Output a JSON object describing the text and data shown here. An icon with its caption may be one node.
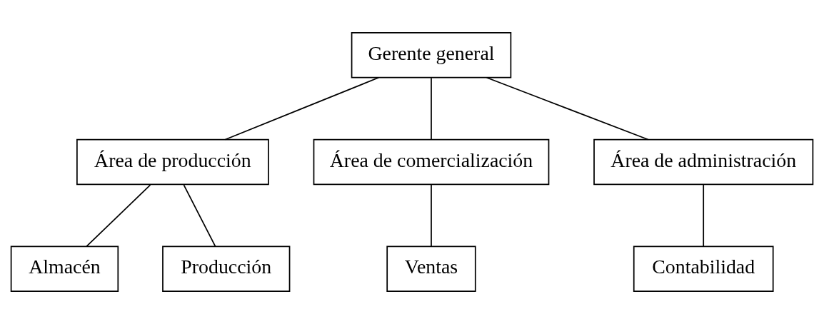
{
  "diagram": {
    "nodes": [
      {
        "text": [
          "Gerente general"
        ]
      },
      {
        "text": [
          "Área de producción"
        ]
      },
      {
        "text": [
          "Área de comercialización"
        ]
      },
      {
        "text": [
          "Área de administración"
        ]
      },
      {
        "text": [
          "Almacén"
        ]
      },
      {
        "text": [
          "Producción"
        ]
      },
      {
        "text": [
          "Ventas"
        ]
      },
      {
        "text": [
          "Contabilidad"
        ]
      }
    ],
    "edges": [
      {
        "from": 0,
        "to": 1,
        "arrow": "none"
      },
      {
        "from": 0,
        "to": 2,
        "arrow": "none"
      },
      {
        "from": 0,
        "to": 3,
        "arrow": "none"
      },
      {
        "from": 1,
        "to": 4,
        "arrow": "none"
      },
      {
        "from": 1,
        "to": 5,
        "arrow": "none"
      },
      {
        "from": 2,
        "to": 6,
        "arrow": "none"
      },
      {
        "from": 3,
        "to": 7,
        "arrow": "none"
      }
    ]
  }
}
